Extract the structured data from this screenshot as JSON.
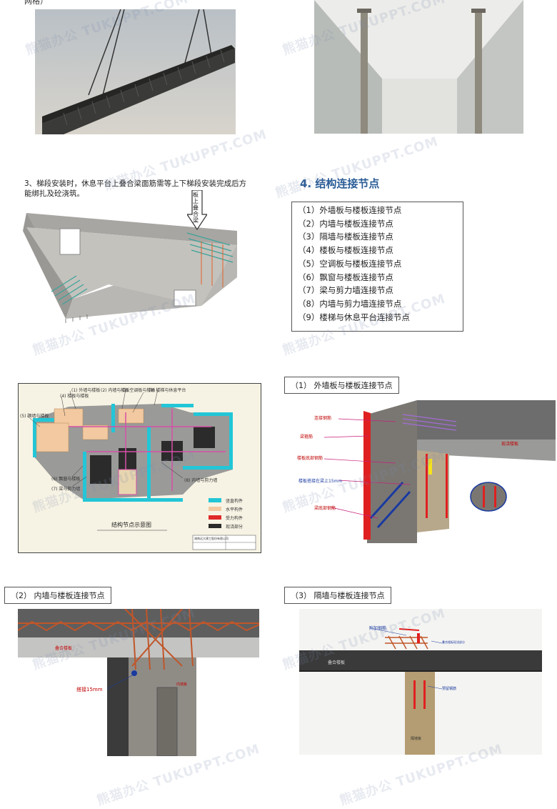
{
  "top_caption_fragment": "网格）",
  "section3_text": "3、梯段安装时，休息平台上叠合梁面筋需等上下梯段安装完成后方能绑扎及砼浇筑。",
  "arrow_label": "板上叠合梁",
  "section4_heading": "4. 结构连接节点",
  "nodes_list": [
    "（1）外墙板与楼板连接节点",
    "（2）内墙与楼板连接节点",
    "（3）隔墙与楼板连接节点",
    "（4）楼板与楼板连接节点",
    "（5）空调板与楼板连接节点",
    "（6）飘窗与楼板连接节点",
    "（7）梁与剪力墙连接节点",
    "（8）内墙与剪力墙连接节点",
    "（9）楼梯与休息平台连接节点"
  ],
  "plan_diagram": {
    "caption": "结构节点示意图",
    "callouts": [
      "(1) 外墙与楼板",
      "(2) 内墙与楼板",
      "(3) 空调板与楼板",
      "(4) 楼板与楼板",
      "(5) 隔墙与楼板",
      "(9) 楼梯与休息平台",
      "(6) 飘窗与楼板",
      "(7) 梁与剪力墙",
      "(8) 内墙与剪力墙"
    ],
    "legend": [
      {
        "label": "竖直构件",
        "color": "#22c6d6"
      },
      {
        "label": "水平构件",
        "color": "#f2c9a0"
      },
      {
        "label": "受力构件",
        "color": "#e02a2a"
      },
      {
        "label": "现浇部分",
        "color": "#2b2b2b"
      }
    ],
    "titleblock": "湖南远大建工股份有限公司"
  },
  "node1": {
    "title": "（1） 外墙板与楼板连接节点",
    "labels": [
      "连接钢筋",
      "梁箍筋",
      "楼板底部钢筋",
      "楼板搭接在梁上15mm",
      "梁底部钢筋",
      "现浇楼板"
    ]
  },
  "node2": {
    "title": "（2） 内墙与楼板连接节点",
    "labels": [
      "叠合楼板",
      "搭接15mm",
      "内墙板"
    ]
  },
  "node3": {
    "title": "（3） 隔墙与楼板连接节点",
    "labels": [
      "附加钢筋",
      "叠合楼板",
      "叠合楼板现浇部分",
      "隔墙板",
      "预留钢筋"
    ]
  },
  "watermark": "熊猫办公 TUKUPPT.COM"
}
